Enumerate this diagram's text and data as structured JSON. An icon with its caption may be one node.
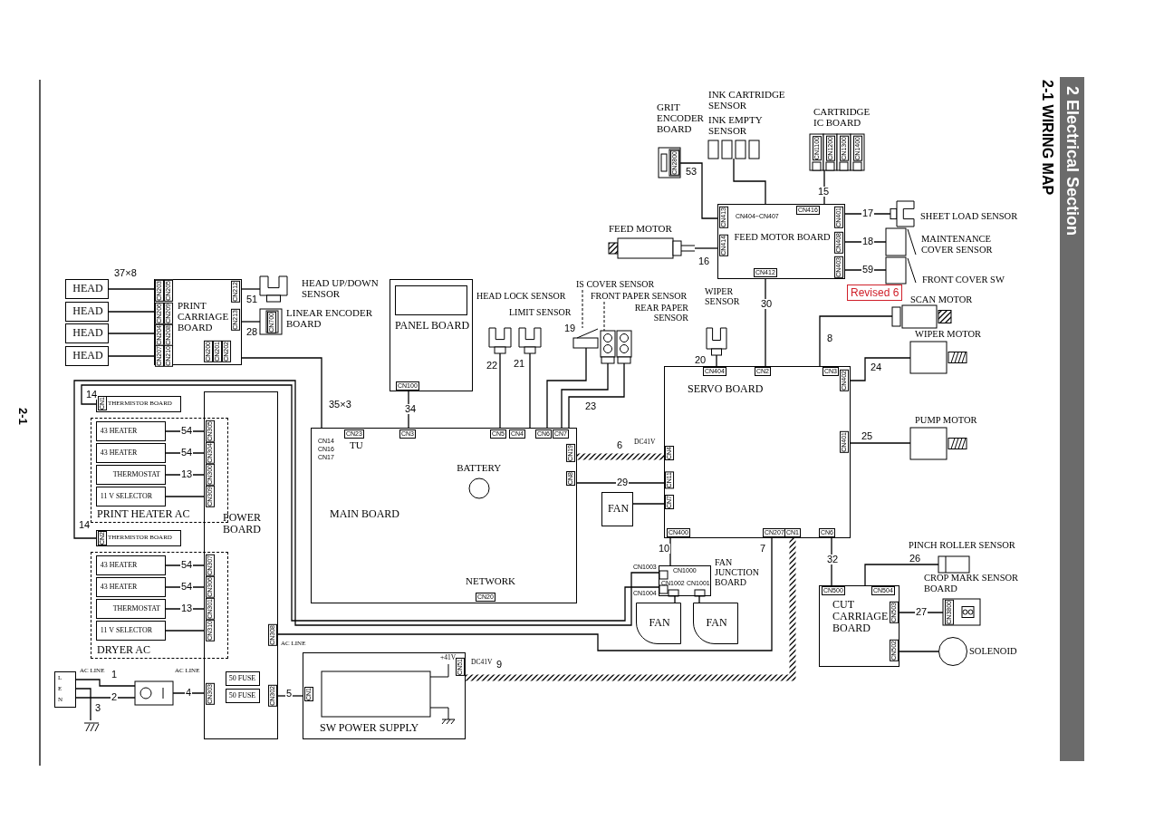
{
  "diagram": {
    "title": "2-1 WIRING MAP",
    "nodes": [
      {
        "text": [
          "HEAD"
        ]
      },
      {
        "text": [
          "HEAD"
        ]
      },
      {
        "text": [
          "HEAD"
        ]
      },
      {
        "text": [
          "HEAD"
        ]
      },
      {
        "text": [
          "PRINT CARRIAGE BOARD"
        ]
      },
      {
        "text": [],
        "shape": "box",
        "beside": [
          "HEAD UP/DOWN SENSOR"
        ]
      },
      {
        "text": [],
        "shape": "box",
        "beside": [
          "LINEAR ENCODER BOARD"
        ]
      },
      {
        "text": [
          "PANEL BOARD"
        ]
      },
      {
        "text": [],
        "shape": "box"
      },
      {
        "text": [],
        "shape": "box",
        "beside": [
          "LIMIT SENSOR"
        ]
      },
      {
        "text": [],
        "shape": "box"
      },
      {
        "text": [],
        "shape": "box"
      },
      {
        "text": [],
        "shape": "box",
        "beside": [
          "REAR PAPER SENSOR"
        ]
      },
      {
        "text": [],
        "shape": "box",
        "beside": [
          "GRIT ENCODER BOARD"
        ]
      },
      {
        "text": [],
        "shape": "box",
        "beside": [
          "INK CARTRIDGE SENSOR",
          "INK EMPTY SENSOR"
        ]
      },
      {
        "text": [],
        "shape": "box",
        "beside": [
          "CARTRIDGE IC BOARD"
        ]
      },
      {
        "text": [
          "FEED MOTOR BOARD"
        ]
      },
      {
        "text": [],
        "shape": "box",
        "beside": [
          "FEED MOTOR"
        ]
      },
      {
        "text": [],
        "shape": "box",
        "beside": [
          "SHEET LOAD SENSOR"
        ]
      },
      {
        "text": [],
        "shape": "box",
        "beside": [
          "MAINTENANCE COVER SENSOR"
        ]
      },
      {
        "text": [],
        "shape": "box",
        "beside": [
          "FRONT COVER SW"
        ]
      },
      {
        "text": [],
        "shape": "box"
      },
      {
        "text": [],
        "shape": "box",
        "beside": [
          "SCAN MOTOR"
        ]
      },
      {
        "text": [],
        "shape": "box",
        "beside": [
          "WIPER MOTOR"
        ]
      },
      {
        "text": [],
        "shape": "box",
        "beside": [
          "PUMP MOTOR"
        ]
      },
      {
        "text": [
          "SERVO BOARD"
        ]
      },
      {
        "text": [
          "MAIN BOARD"
        ]
      },
      {
        "text": [
          "BATTERY"
        ],
        "in": 26
      },
      {
        "text": [
          "FAN"
        ]
      },
      {
        "text": [],
        "shape": "box",
        "beside": [
          "FAN JUNCTION BOARD"
        ]
      },
      {
        "text": [
          "FAN"
        ]
      },
      {
        "text": [
          "FAN"
        ]
      },
      {
        "text": [
          "CUT CARRIAGE BOARD"
        ]
      },
      {
        "text": [],
        "shape": "box",
        "beside": [
          "PINCH ROLLER SENSOR"
        ]
      },
      {
        "text": [],
        "shape": "box"
      },
      {
        "text": [],
        "shape": "circle",
        "beside": [
          "SOLENOID"
        ]
      },
      {
        "text": [
          "POWER BOARD"
        ]
      },
      {
        "text": [
          "THERMISTOR BOARD"
        ]
      },
      {
        "text": [
          "PRINT HEATER AC"
        ]
      },
      {
        "text": [
          "43 HEATER"
        ],
        "in": 38
      },
      {
        "text": [
          "43 HEATER"
        ],
        "in": 38
      },
      {
        "text": [
          "THERMOSTAT"
        ],
        "in": 38
      },
      {
        "text": [
          "11 V SELECTOR"
        ],
        "in": 38
      },
      {
        "text": [
          "THERMISTOR BOARD"
        ]
      },
      {
        "text": [
          "DRYER AC"
        ]
      },
      {
        "text": [
          "43 HEATER"
        ],
        "in": 44
      },
      {
        "text": [
          "43 HEATER"
        ],
        "in": 44
      },
      {
        "text": [
          "THERMOSTAT"
        ],
        "in": 44
      },
      {
        "text": [
          "11 V SELECTOR"
        ],
        "in": 44
      },
      {
        "text": [
          "L",
          "E",
          "N"
        ]
      },
      {
        "text": [],
        "shape": "box"
      },
      {
        "text": [
          "50 FUSE"
        ],
        "in": 36
      },
      {
        "text": [
          "50 FUSE"
        ],
        "in": 36
      },
      {
        "text": [
          "SW POWER SUPPLY"
        ]
      },
      {
        "text": [],
        "shape": "picture"
      },
      {
        "text": [
          "IS COVER SENSOR"
        ]
      },
      {
        "text": [
          "FRONT PAPER SENSOR"
        ]
      },
      {
        "text": [],
        "shape": "box",
        "in": 7
      }
    ],
    "edges": [
      {
        "from": 0,
        "to": 4,
        "arrow": "none",
        "label": "37×8"
      },
      {
        "from": 1,
        "to": 4,
        "arrow": "none"
      },
      {
        "from": 2,
        "to": 4,
        "arrow": "none"
      },
      {
        "from": 3,
        "to": 4,
        "arrow": "none"
      },
      {
        "from": 4,
        "to": 5,
        "arrow": "none",
        "label": "51"
      },
      {
        "from": 4,
        "to": 6,
        "arrow": "none",
        "label": "28"
      },
      {
        "from": 4,
        "to": 26,
        "arrow": "none",
        "label": "35×3"
      },
      {
        "from": 7,
        "to": 26,
        "arrow": "none",
        "label": "34"
      },
      {
        "from": 8,
        "to": 26,
        "arrow": "none",
        "label": "22"
      },
      {
        "from": 9,
        "to": 26,
        "arrow": "none",
        "label": "21"
      },
      {
        "from": 10,
        "to": 26,
        "arrow": "none",
        "label": "19"
      },
      {
        "from": 11,
        "to": 26,
        "arrow": "none",
        "label": "23"
      },
      {
        "from": 12,
        "to": 26,
        "arrow": "none"
      },
      {
        "from": 26,
        "to": 25,
        "arrow": "none",
        "label": "6",
        "style": "thick"
      },
      {
        "from": 26,
        "to": 25,
        "arrow": "none",
        "label": "29"
      },
      {
        "from": 28,
        "to": 25,
        "arrow": "none"
      },
      {
        "from": 13,
        "to": 16,
        "arrow": "none",
        "label": "53"
      },
      {
        "from": 14,
        "to": 16,
        "arrow": "none"
      },
      {
        "from": 15,
        "to": 16,
        "arrow": "none",
        "label": "15"
      },
      {
        "from": 17,
        "to": 16,
        "arrow": "none",
        "label": "16"
      },
      {
        "from": 16,
        "to": 18,
        "arrow": "none",
        "label": "17"
      },
      {
        "from": 16,
        "to": 19,
        "arrow": "none",
        "label": "18"
      },
      {
        "from": 16,
        "to": 20,
        "arrow": "none",
        "label": "59"
      },
      {
        "from": 16,
        "to": 25,
        "arrow": "none",
        "label": "30"
      },
      {
        "from": 21,
        "to": 25,
        "arrow": "none",
        "label": "20"
      },
      {
        "from": 25,
        "to": 22,
        "arrow": "none",
        "label": "8"
      },
      {
        "from": 25,
        "to": 23,
        "arrow": "none",
        "label": "24"
      },
      {
        "from": 25,
        "to": 24,
        "arrow": "none",
        "label": "25"
      },
      {
        "from": 25,
        "to": 29,
        "arrow": "none",
        "label": "10"
      },
      {
        "from": 29,
        "to": 30,
        "arrow": "none"
      },
      {
        "from": 29,
        "to": 31,
        "arrow": "none"
      },
      {
        "from": 25,
        "to": 36,
        "arrow": "none",
        "label": "7"
      },
      {
        "from": 53,
        "to": 25,
        "arrow": "none",
        "label": "9",
        "style": "thick"
      },
      {
        "from": 25,
        "to": 32,
        "arrow": "none",
        "label": "32"
      },
      {
        "from": 32,
        "to": 33,
        "arrow": "none",
        "label": "26"
      },
      {
        "from": 32,
        "to": 34,
        "arrow": "none",
        "label": "27"
      },
      {
        "from": 32,
        "to": 35,
        "arrow": "none"
      },
      {
        "from": 36,
        "to": 39,
        "arrow": "none",
        "label": "54"
      },
      {
        "from": 36,
        "to": 40,
        "arrow": "none",
        "label": "54"
      },
      {
        "from": 36,
        "to": 41,
        "arrow": "none",
        "label": "13"
      },
      {
        "from": 36,
        "to": 42,
        "arrow": "none"
      },
      {
        "from": 36,
        "to": 45,
        "arrow": "none",
        "label": "54"
      },
      {
        "from": 36,
        "to": 46,
        "arrow": "none",
        "label": "54"
      },
      {
        "from": 36,
        "to": 47,
        "arrow": "none",
        "label": "13"
      },
      {
        "from": 36,
        "to": 48,
        "arrow": "none"
      },
      {
        "from": 37,
        "to": 29,
        "arrow": "none",
        "label": "14"
      },
      {
        "from": 43,
        "to": 29,
        "arrow": "none",
        "label": "14"
      },
      {
        "from": 49,
        "to": 50,
        "arrow": "none",
        "label": "1"
      },
      {
        "from": 49,
        "to": 50,
        "arrow": "none",
        "label": "2"
      },
      {
        "from": 49,
        "to": 54,
        "arrow": "none",
        "label": "3"
      },
      {
        "from": 50,
        "to": 36,
        "arrow": "none",
        "label": "4"
      },
      {
        "from": 36,
        "to": 53,
        "arrow": "none",
        "label": "5"
      },
      {
        "from": 55,
        "to": 10,
        "arrow": "none",
        "style": "dashed"
      },
      {
        "from": 56,
        "to": 11,
        "arrow": "none",
        "style": "dashed"
      }
    ],
    "labels": [
      "2 Electrical Section",
      "2-1",
      "Revised 6",
      "TU",
      "NETWORK",
      "DC41V",
      "DC41V",
      "+41V",
      "AC LINE",
      "AC LINE",
      "AC LINE",
      "CN203",
      "CN205",
      "CN206",
      "CN209",
      "CN204",
      "CN208",
      "CN207",
      "CN210",
      "CN212",
      "CN213",
      "CN200",
      "CN201",
      "CN202",
      "CN700",
      "CN14",
      "CN16",
      "CN17",
      "CN23",
      "CN100",
      "CN3",
      "CN5",
      "CN4",
      "CN6",
      "CN7",
      "CN19",
      "CN8",
      "CN20",
      "CN4",
      "CN11",
      "CN7",
      "CN404",
      "CN2",
      "CN3",
      "CN402",
      "CN401",
      "CN400",
      "CN207",
      "CN1",
      "CN6",
      "CN413",
      "CN414",
      "CN404~CN407",
      "CN416",
      "CN412",
      "CN401",
      "CN408",
      "CN403",
      "CN2800",
      "CN1100",
      "CN1200",
      "CN1300",
      "CN1400",
      "CN1000",
      "CN1003",
      "CN1002",
      "CN1001",
      "CN1004",
      "CN500",
      "CN504",
      "CN503",
      "CN502",
      "CN3800",
      "CN305",
      "CN304",
      "CN300",
      "CN309",
      "CN307",
      "CN306",
      "CN301",
      "CN310",
      "CN308",
      "CN303",
      "CN302",
      "CN1",
      "CN51",
      "CN1",
      "CN2",
      "HEAD LOCK SENSOR",
      "WIPER SENSOR",
      "CROP MARK SENSOR BOARD"
    ]
  }
}
